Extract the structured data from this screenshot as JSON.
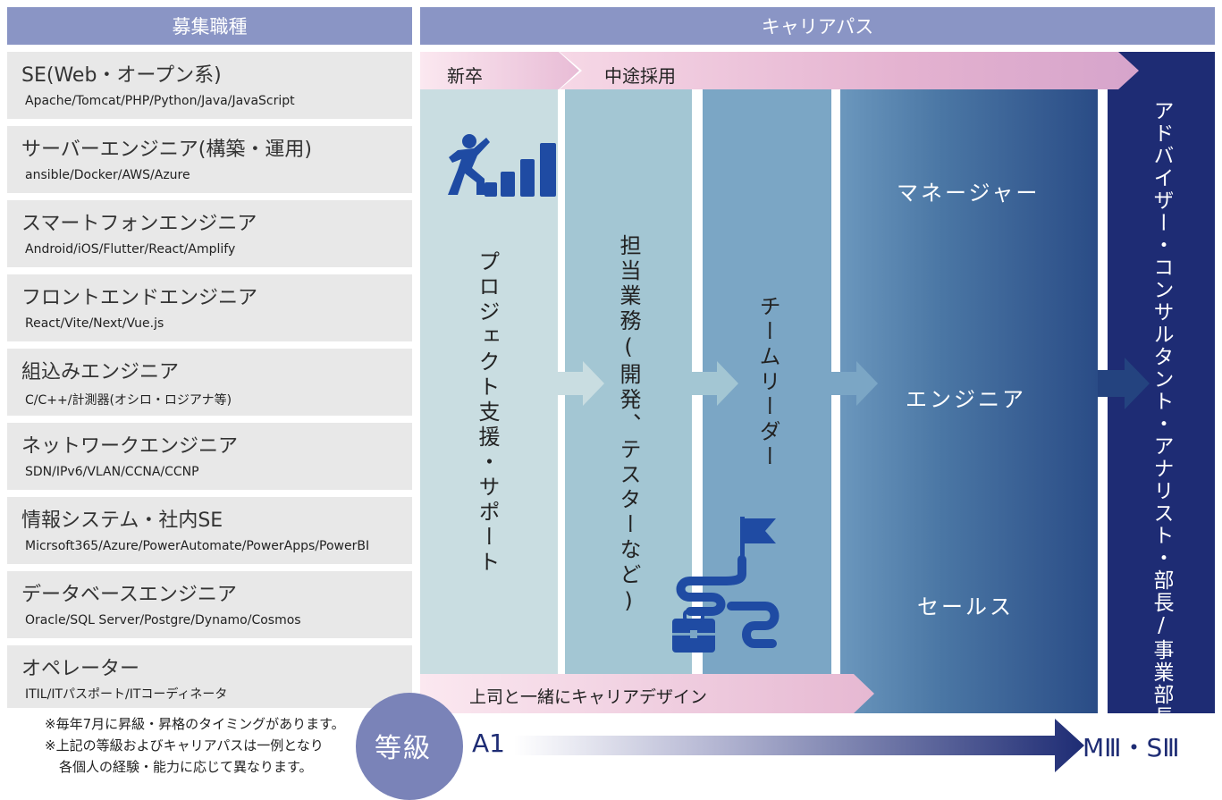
{
  "headers": {
    "jobs": "募集職種",
    "career": "キャリアパス"
  },
  "jobs": [
    {
      "title": "SE(Web・オープン系)",
      "tags": "Apache/Tomcat/PHP/Python/Java/JavaScript"
    },
    {
      "title": "サーバーエンジニア(構築・運用)",
      "tags": "ansible/Docker/AWS/Azure"
    },
    {
      "title": "スマートフォンエンジニア",
      "tags": "Android/iOS/Flutter/React/Amplify"
    },
    {
      "title": "フロントエンドエンジニア",
      "tags": "React/Vite/Next/Vue.js"
    },
    {
      "title": "組込みエンジニア",
      "tags": "C/C++/計測器(オシロ・ロジアナ等)"
    },
    {
      "title": "ネットワークエンジニア",
      "tags": "SDN/IPv6/VLAN/CCNA/CCNP"
    },
    {
      "title": "情報システム・社内SE",
      "tags": "Micrsoft365/Azure/PowerAutomate/PowerApps/PowerBI"
    },
    {
      "title": "データベースエンジニア",
      "tags": "Oracle/SQL Server/Postgre/Dynamo/Cosmos"
    },
    {
      "title": "オペレーター",
      "tags": "ITIL/ITパスポート/ITコーディネータ"
    }
  ],
  "career": {
    "new_grad": "新卒",
    "mid_career": "中途採用",
    "stages": [
      "プロジェクト支援・サポート",
      "担当業務(開発、テスターなど)",
      "チームリーダー"
    ],
    "roles": [
      "マネージャー",
      "エンジニア",
      "セールス"
    ],
    "top_role": "アドバイザー・コンサルタント・アナリスト・部長/事業部長",
    "bottom_banner": "上司と一緒にキャリアデザイン"
  },
  "grade": {
    "label": "等級",
    "start": "A1",
    "end": "MⅢ・SⅢ"
  },
  "notes": [
    "※毎年7月に昇級・昇格のタイミングがあります。",
    "※上記の等級およびキャリアパスは一例となり",
    "各個人の経験・能力に応じて異なります。"
  ],
  "colors": {
    "header": "#8a95c5",
    "job_bg": "#e8e8e8",
    "col1": "#c9dde1",
    "col2": "#a3c6d3",
    "col3": "#7ba6c5",
    "dark_navy": "#1e2c74",
    "icon_blue": "#1f4ba3"
  }
}
